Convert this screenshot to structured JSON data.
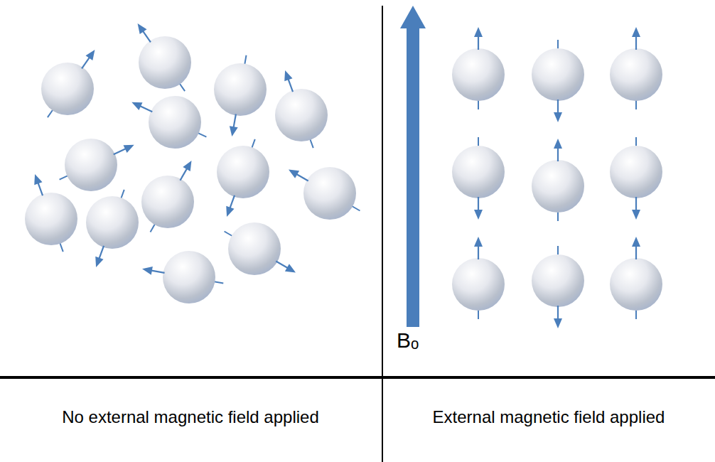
{
  "diagram": {
    "labels": [
      "No external magnetic field applied",
      "External magnetic field applied",
      "Bₒ"
    ]
  }
}
